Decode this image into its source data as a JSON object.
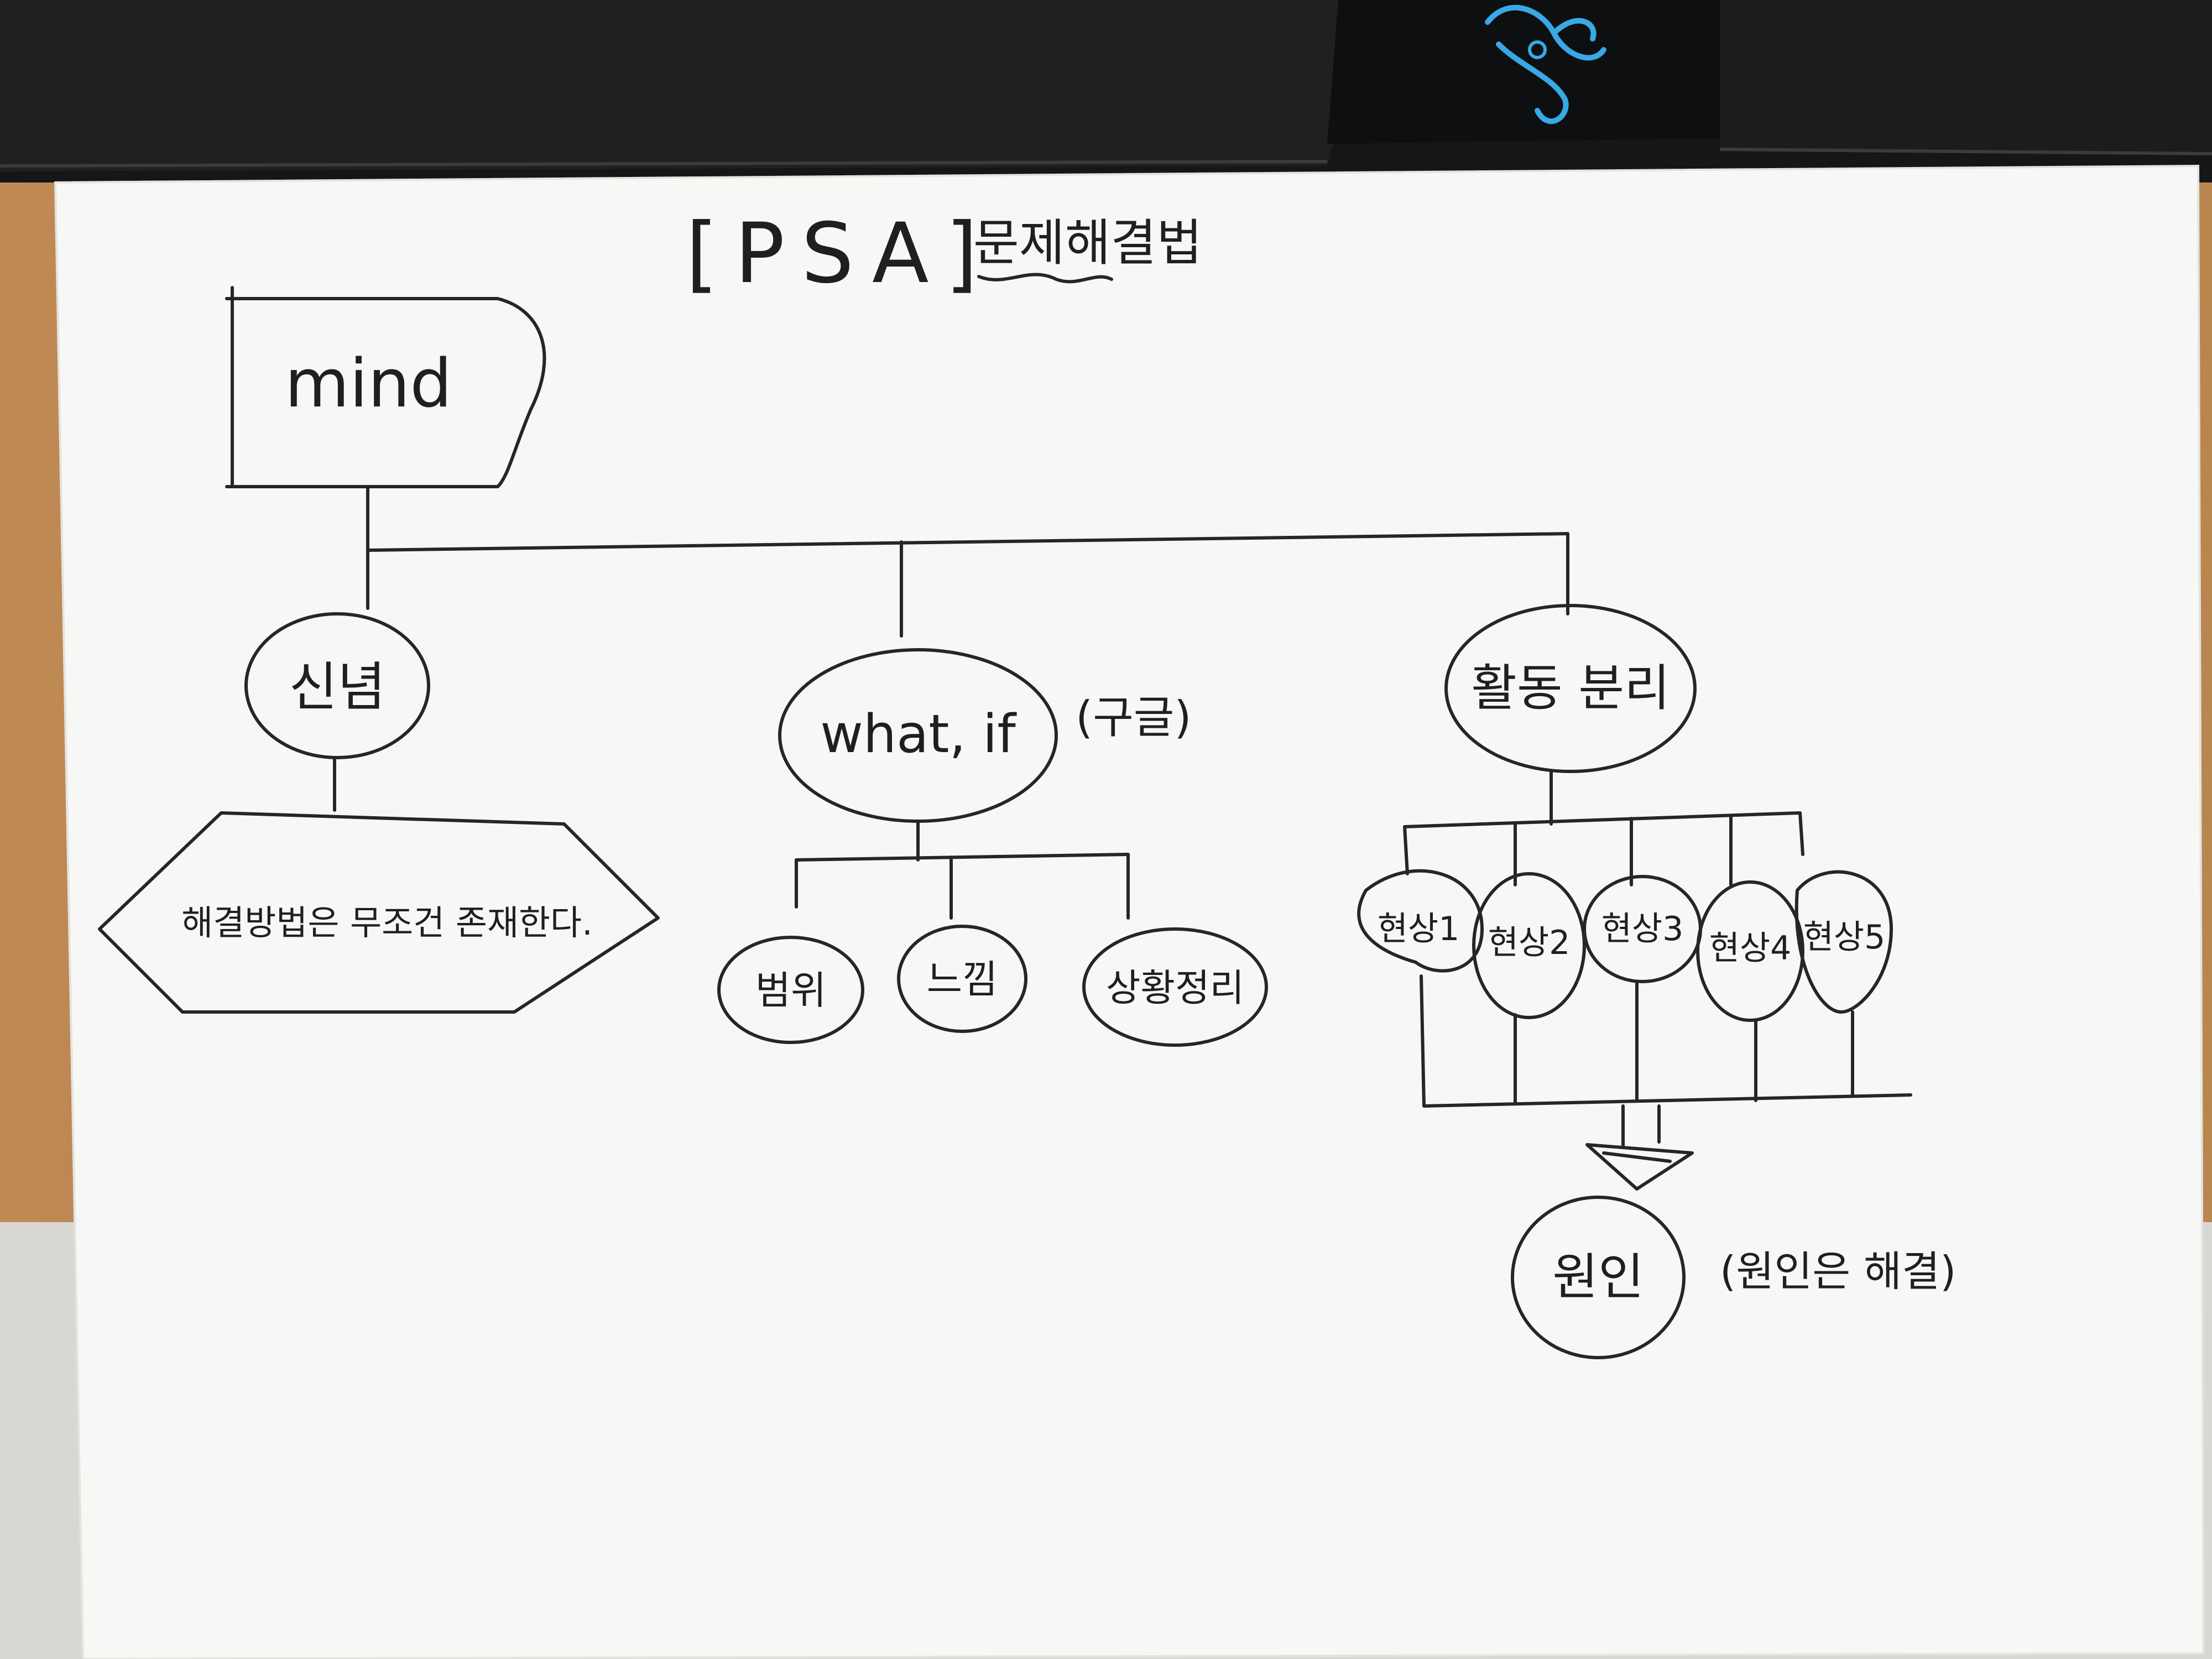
{
  "title": {
    "tag": "[PSA]",
    "text": "문제해결법"
  },
  "root": {
    "label": "mind"
  },
  "branches": [
    {
      "label": "신념",
      "note": "해결방법은 무조건 존재한다."
    },
    {
      "label": "what, if",
      "annotation": "(구글)",
      "children": [
        "범위",
        "느낌",
        "상황정리"
      ]
    },
    {
      "label": "활동 분리",
      "children": [
        "현상1",
        "현상2",
        "현상3",
        "현상4",
        "현상5"
      ],
      "result": {
        "label": "원인",
        "annotation": "(원인은 해결)"
      }
    }
  ],
  "colors": {
    "paper": "#f7f7f5",
    "ink": "#262626",
    "desk": "#b07a45",
    "keyboard": "#1c1d1f",
    "logo": "#38a8e6"
  },
  "icons": [
    "razer-logo-icon",
    "funnel-arrow-icon"
  ]
}
